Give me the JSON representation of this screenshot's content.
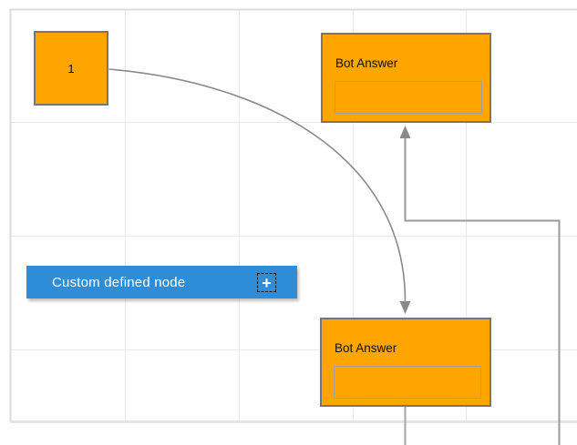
{
  "canvas": {
    "type": "diagram-grid-canvas",
    "grid_visible": true
  },
  "nodes": {
    "start_square": {
      "label": "1"
    },
    "bot_answer_top": {
      "title": "Bot Answer",
      "input_value": ""
    },
    "bot_answer_bottom": {
      "title": "Bot Answer",
      "input_value": ""
    },
    "custom_node": {
      "label": "Custom defined node",
      "plus_icon": "+"
    }
  },
  "connectors": {
    "curve": {
      "from": "start_square",
      "to": "bot_answer_bottom",
      "style": "bezier",
      "arrow": "down"
    },
    "orthogonal": {
      "to": "bot_answer_top",
      "style": "orthogonal",
      "arrow": "up"
    }
  },
  "colors": {
    "node-fill": "#FFA500",
    "node-border": "#767676",
    "accent-blue": "#2E8DD6",
    "connector": "#8a8a8a",
    "grid-line": "#e9e9e9",
    "page-border": "#dcdcdc",
    "input-border": "#9f9f9f"
  }
}
